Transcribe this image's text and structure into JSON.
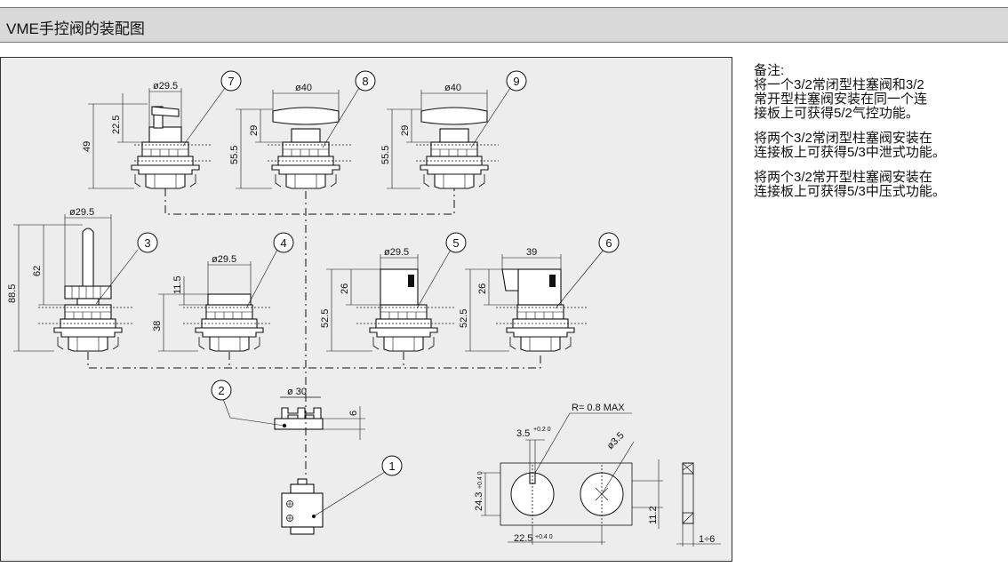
{
  "header": {
    "title": "VME手控阀的装配图"
  },
  "notes": {
    "heading": "备注:",
    "paragraphs": [
      "将一个3/2常闭型柱塞阀和3/2\n常开型柱塞阀安装在同一个连\n接板上可获得5/2气控功能。",
      "将两个3/2常闭型柱塞阀安装在\n连接板上可获得5/3中泄式功能。",
      "将两个3/2常开型柱塞阀安装在\n连接板上可获得5/3中压式功能。"
    ]
  },
  "drawing": {
    "callouts": [
      "1",
      "2",
      "3",
      "4",
      "5",
      "6",
      "7",
      "8",
      "9"
    ],
    "dims": {
      "d7_width": "ø29.5",
      "d7_height": "22.5",
      "d7_total": "49",
      "d8_width": "ø40",
      "d8_height": "29",
      "d8_total": "55.5",
      "d9_width": "ø40",
      "d9_height": "29",
      "d9_total": "55.5",
      "d3_width": "ø29.5",
      "d3_height": "62",
      "d3_total": "88.5",
      "d4_width": "ø29.5",
      "d4_height": "11.5",
      "d4_total": "38",
      "d5_width": "ø29.5",
      "d5_height": "26",
      "d5_total": "52.5",
      "d6_width": "39",
      "d6_height": "26",
      "d6_total": "52.5",
      "plate_width": "ø 30",
      "plate_height": "6",
      "cut_radius": "R= 0.8 MAX",
      "cut_slot": "3.5",
      "cut_slot_tol": "+0.2 0",
      "cut_hole": "ø3.5",
      "cut_height": "24.3",
      "cut_height_tol": "+0.4 0",
      "cut_pitch": "22.5",
      "cut_pitch_tol": "+0.4 0",
      "cut_small": "11.2",
      "panel_thickness": "1÷6"
    }
  }
}
